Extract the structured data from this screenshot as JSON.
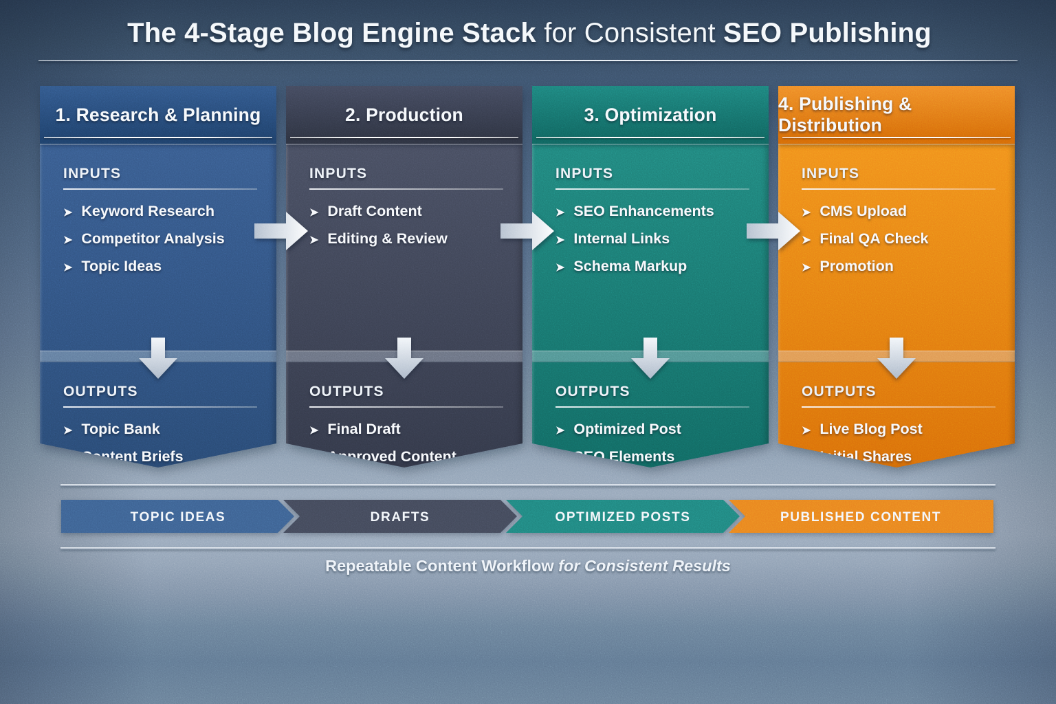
{
  "title": {
    "bold_lead": "The 4-Stage Blog Engine Stack",
    "regular_mid": " for Consistent ",
    "bold_tail": "SEO Publishing"
  },
  "icons": {
    "bullet": "➤"
  },
  "stages": [
    {
      "header": "1. Research & Planning",
      "inputs_label": "INPUTS",
      "outputs_label": "OUTPUTS",
      "inputs": [
        "Keyword Research",
        "Competitor Analysis",
        "Topic Ideas"
      ],
      "outputs": [
        "Topic Bank",
        "Content Briefs"
      ],
      "colors": {
        "header_top": "#315687",
        "header_bottom": "#1e3f68",
        "body_top": "#3a5d90",
        "body_bottom": "#284871"
      }
    },
    {
      "header": "2. Production",
      "inputs_label": "INPUTS",
      "outputs_label": "OUTPUTS",
      "inputs": [
        "Draft Content",
        "Editing & Review"
      ],
      "outputs": [
        "Final Draft",
        "Approved Content"
      ],
      "colors": {
        "header_top": "#42485c",
        "header_bottom": "#2d3240",
        "body_top": "#4a5063",
        "body_bottom": "#323747"
      }
    },
    {
      "header": "3. Optimization",
      "inputs_label": "INPUTS",
      "outputs_label": "OUTPUTS",
      "inputs": [
        "SEO Enhancements",
        "Internal Links",
        "Schema Markup"
      ],
      "outputs": [
        "Optimized Post",
        "SEO Elements"
      ],
      "colors": {
        "header_top": "#1d807a",
        "header_bottom": "#10625d",
        "body_top": "#23877f",
        "body_bottom": "#116660"
      }
    },
    {
      "header": "4. Publishing & Distribution",
      "inputs_label": "INPUTS",
      "outputs_label": "OUTPUTS",
      "inputs": [
        "CMS Upload",
        "Final QA Check",
        "Promotion"
      ],
      "outputs": [
        "Live Blog Post",
        "Initial Shares"
      ],
      "colors": {
        "header_top": "#ef8a28",
        "header_bottom": "#d56808",
        "body_top": "#f5941f",
        "body_bottom": "#d96c09"
      }
    }
  ],
  "flow": {
    "steps": [
      {
        "label": "TOPIC IDEAS",
        "color": "#3c6090"
      },
      {
        "label": "DRAFTS",
        "color": "#424859"
      },
      {
        "label": "OPTIMIZED POSTS",
        "color": "#20837d"
      },
      {
        "label": "PUBLISHED CONTENT",
        "color": "#e9821f"
      }
    ]
  },
  "caption": {
    "bold": "Repeatable Content Workflow",
    "italic": " for Consistent Results"
  }
}
